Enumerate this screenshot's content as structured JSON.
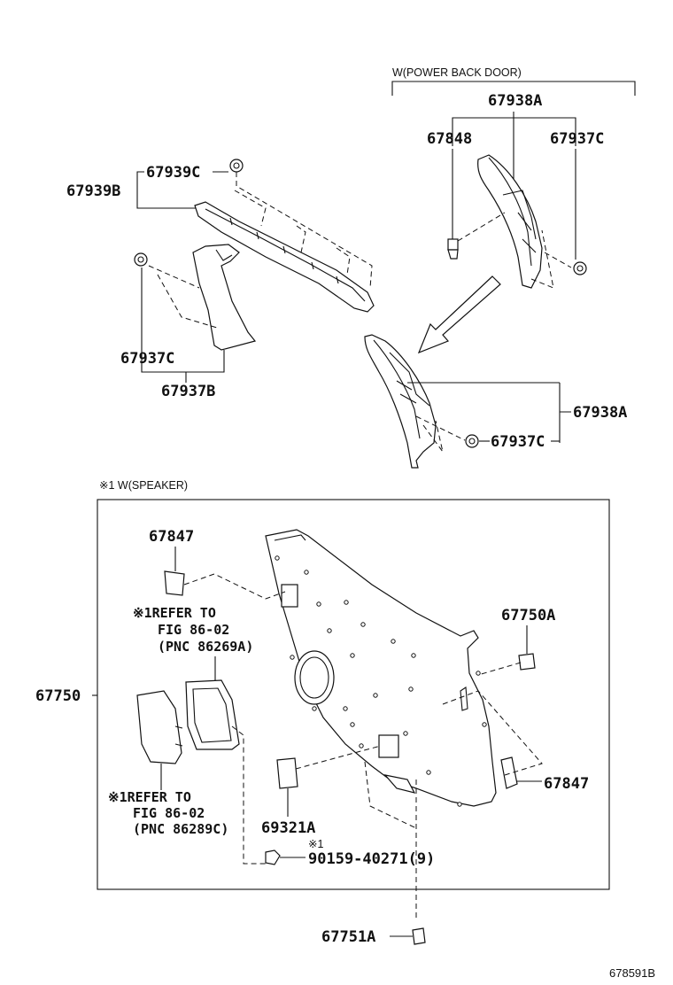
{
  "labels": {
    "power_back_door": "W(POWER BACK DOOR)",
    "p67938A_top": "67938A",
    "p67848": "67848",
    "p67937C_top": "67937C",
    "p67939C": "67939C",
    "p67939B": "67939B",
    "p67937C_left": "67937C",
    "p67937B": "67937B",
    "p67938A_mid": "67938A",
    "p67937C_mid": "67937C",
    "speaker_note": "※1 W(SPEAKER)",
    "p67847_top": "67847",
    "refer1_line1": "※1REFER TO",
    "refer1_line2": "FIG 86-02",
    "refer1_line3": "(PNC 86269A)",
    "p67750A": "67750A",
    "p67750": "67750",
    "p67847_right": "67847",
    "refer2_line1": "※1REFER TO",
    "refer2_line2": "FIG 86-02",
    "refer2_line3": "(PNC 86289C)",
    "p69321A": "69321A",
    "mark1": "※1",
    "p90159": "90159-40271(9)",
    "p67751A": "67751A",
    "diagram_code": "678591B"
  }
}
